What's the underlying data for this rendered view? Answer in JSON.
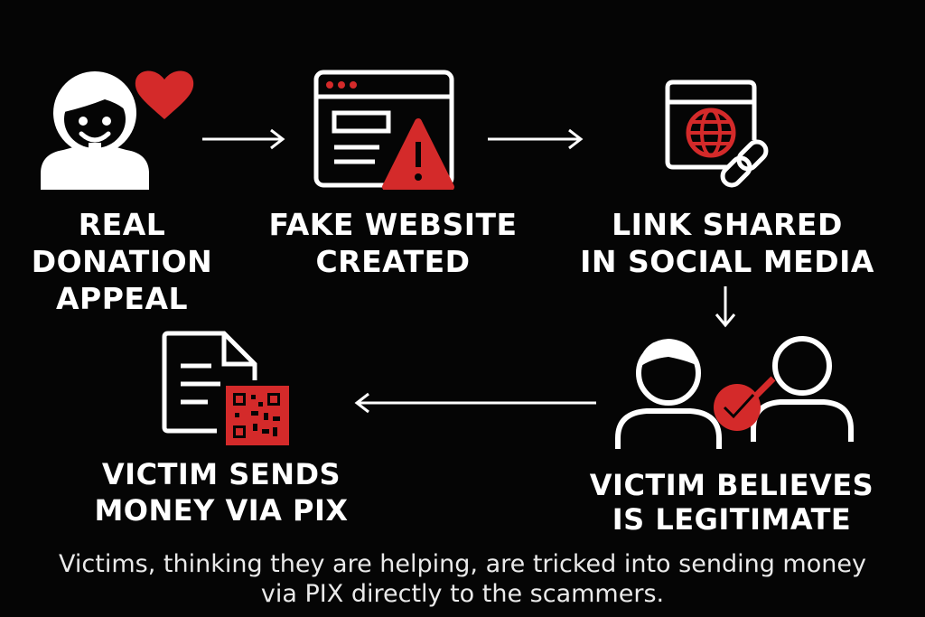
{
  "colors": {
    "background": "#050505",
    "accent": "#d42a2a",
    "stroke": "#ffffff"
  },
  "steps": [
    {
      "icon": "person-with-heart-icon",
      "lines": [
        "REAL",
        "DONATION",
        "APPEAL"
      ]
    },
    {
      "icon": "browser-warning-icon",
      "lines": [
        "FAKE WEBSITE",
        "CREATED"
      ]
    },
    {
      "icon": "browser-globe-link-icon",
      "lines": [
        "LINK SHARED",
        "IN SOCIAL MEDIA"
      ]
    },
    {
      "icon": "two-people-checkmark-icon",
      "lines": [
        "VICTIM BELIEVES",
        "IS LEGITIMATE"
      ]
    },
    {
      "icon": "document-qr-code-icon",
      "lines": [
        "VICTIM SENDS",
        "MONEY VIA PIX"
      ]
    }
  ],
  "caption": {
    "lines": [
      "Victims, thinking they are helping, are tricked into sending money",
      "via PIX directly to the scammers."
    ]
  }
}
